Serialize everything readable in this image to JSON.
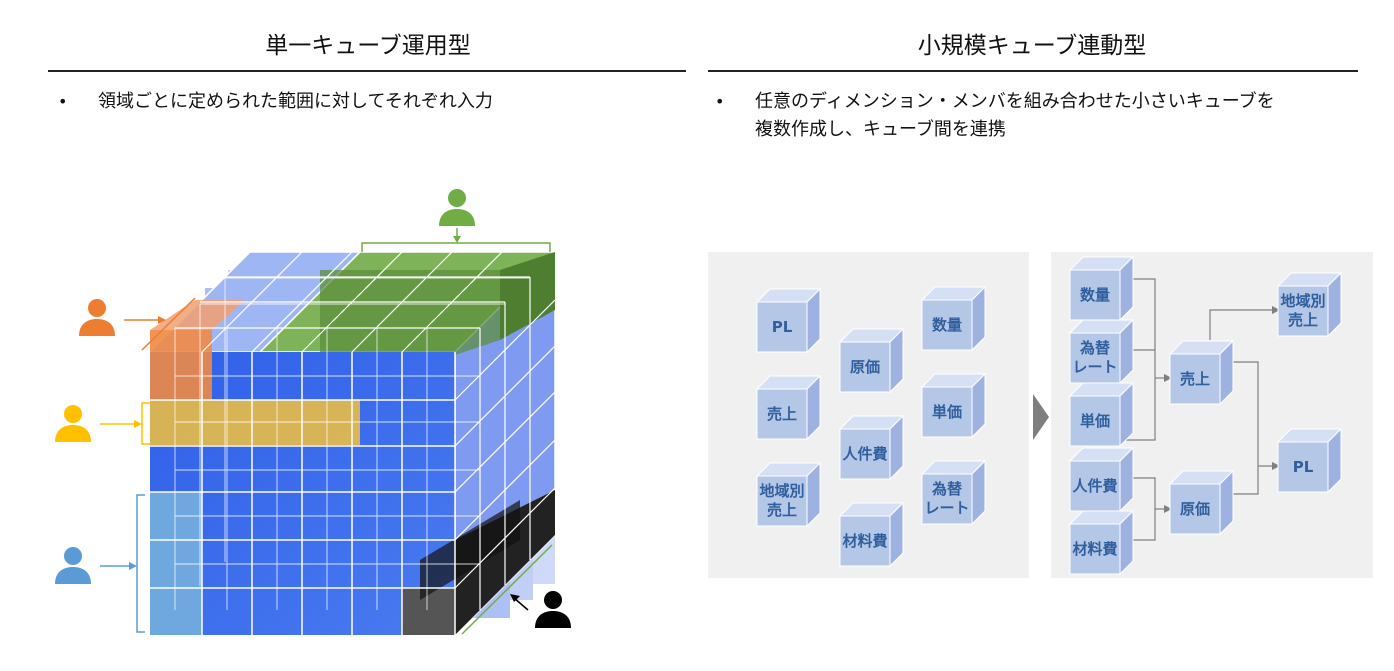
{
  "left": {
    "title": "単一キューブ運用型",
    "bullet": "領域ごとに定められた範囲に対してそれぞれ入力",
    "person_icons": [
      "green-person-icon",
      "orange-person-icon",
      "yellow-person-icon",
      "blue-person-icon",
      "black-person-icon"
    ]
  },
  "right": {
    "title": "小規模キューブ連動型",
    "bullet_line1": "任意のディメンション・メンバを組み合わせた小さいキューブを",
    "bullet_line2": "複数作成し、キューブ間を連携",
    "before": {
      "cubes": [
        "PL",
        "原価",
        "数量",
        "売上",
        "人件費",
        "単価",
        "地域別\n売上",
        "材料費",
        "為替\nレート"
      ]
    },
    "after": {
      "cubes": [
        "数量",
        "為替\nレート",
        "単価",
        "人件費",
        "材料費",
        "売上",
        "原価",
        "地域別\n売上",
        "PL"
      ]
    }
  },
  "colors": {
    "green": "#70ad47",
    "orange": "#ed7d31",
    "yellow": "#ffc000",
    "blue": "#5b9bd5",
    "black": "#000000",
    "cube_face": "#b4c7e7",
    "cube_label": "#2f5f9e",
    "panel": "#f0f0f0"
  }
}
